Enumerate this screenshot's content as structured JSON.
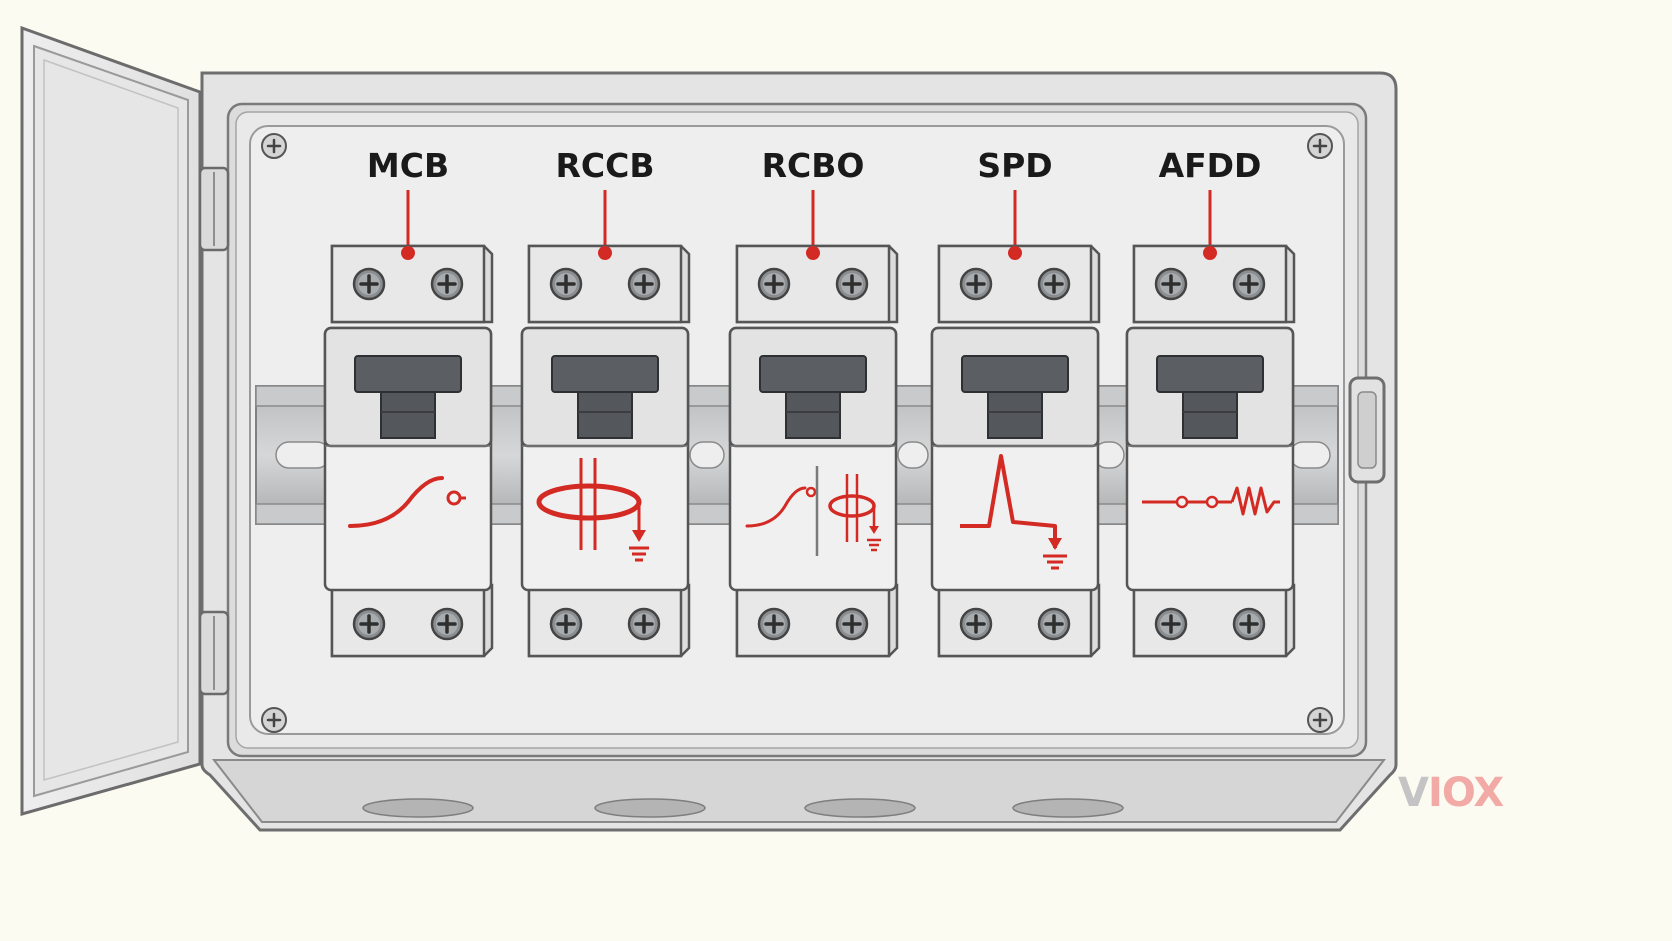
{
  "devices": [
    {
      "id": "mcb",
      "label": "MCB",
      "symbol": "mcb-trip-curve-icon"
    },
    {
      "id": "rccb",
      "label": "RCCB",
      "symbol": "residual-current-icon"
    },
    {
      "id": "rcbo",
      "label": "RCBO",
      "symbol": "combined-rcbo-icon"
    },
    {
      "id": "spd",
      "label": "SPD",
      "symbol": "surge-spike-icon"
    },
    {
      "id": "afdd",
      "label": "AFDD",
      "symbol": "arc-fault-icon"
    }
  ],
  "brand": {
    "name": "VIOX",
    "first": "V",
    "rest": "IOX"
  },
  "colors": {
    "background": "#fcfbf2",
    "symbol_red": "#d42a24",
    "enclosure": "#e8e8e8",
    "toggle": "#54575b",
    "logo_grey": "#c4c4c4",
    "logo_red": "#f2aaa7"
  }
}
